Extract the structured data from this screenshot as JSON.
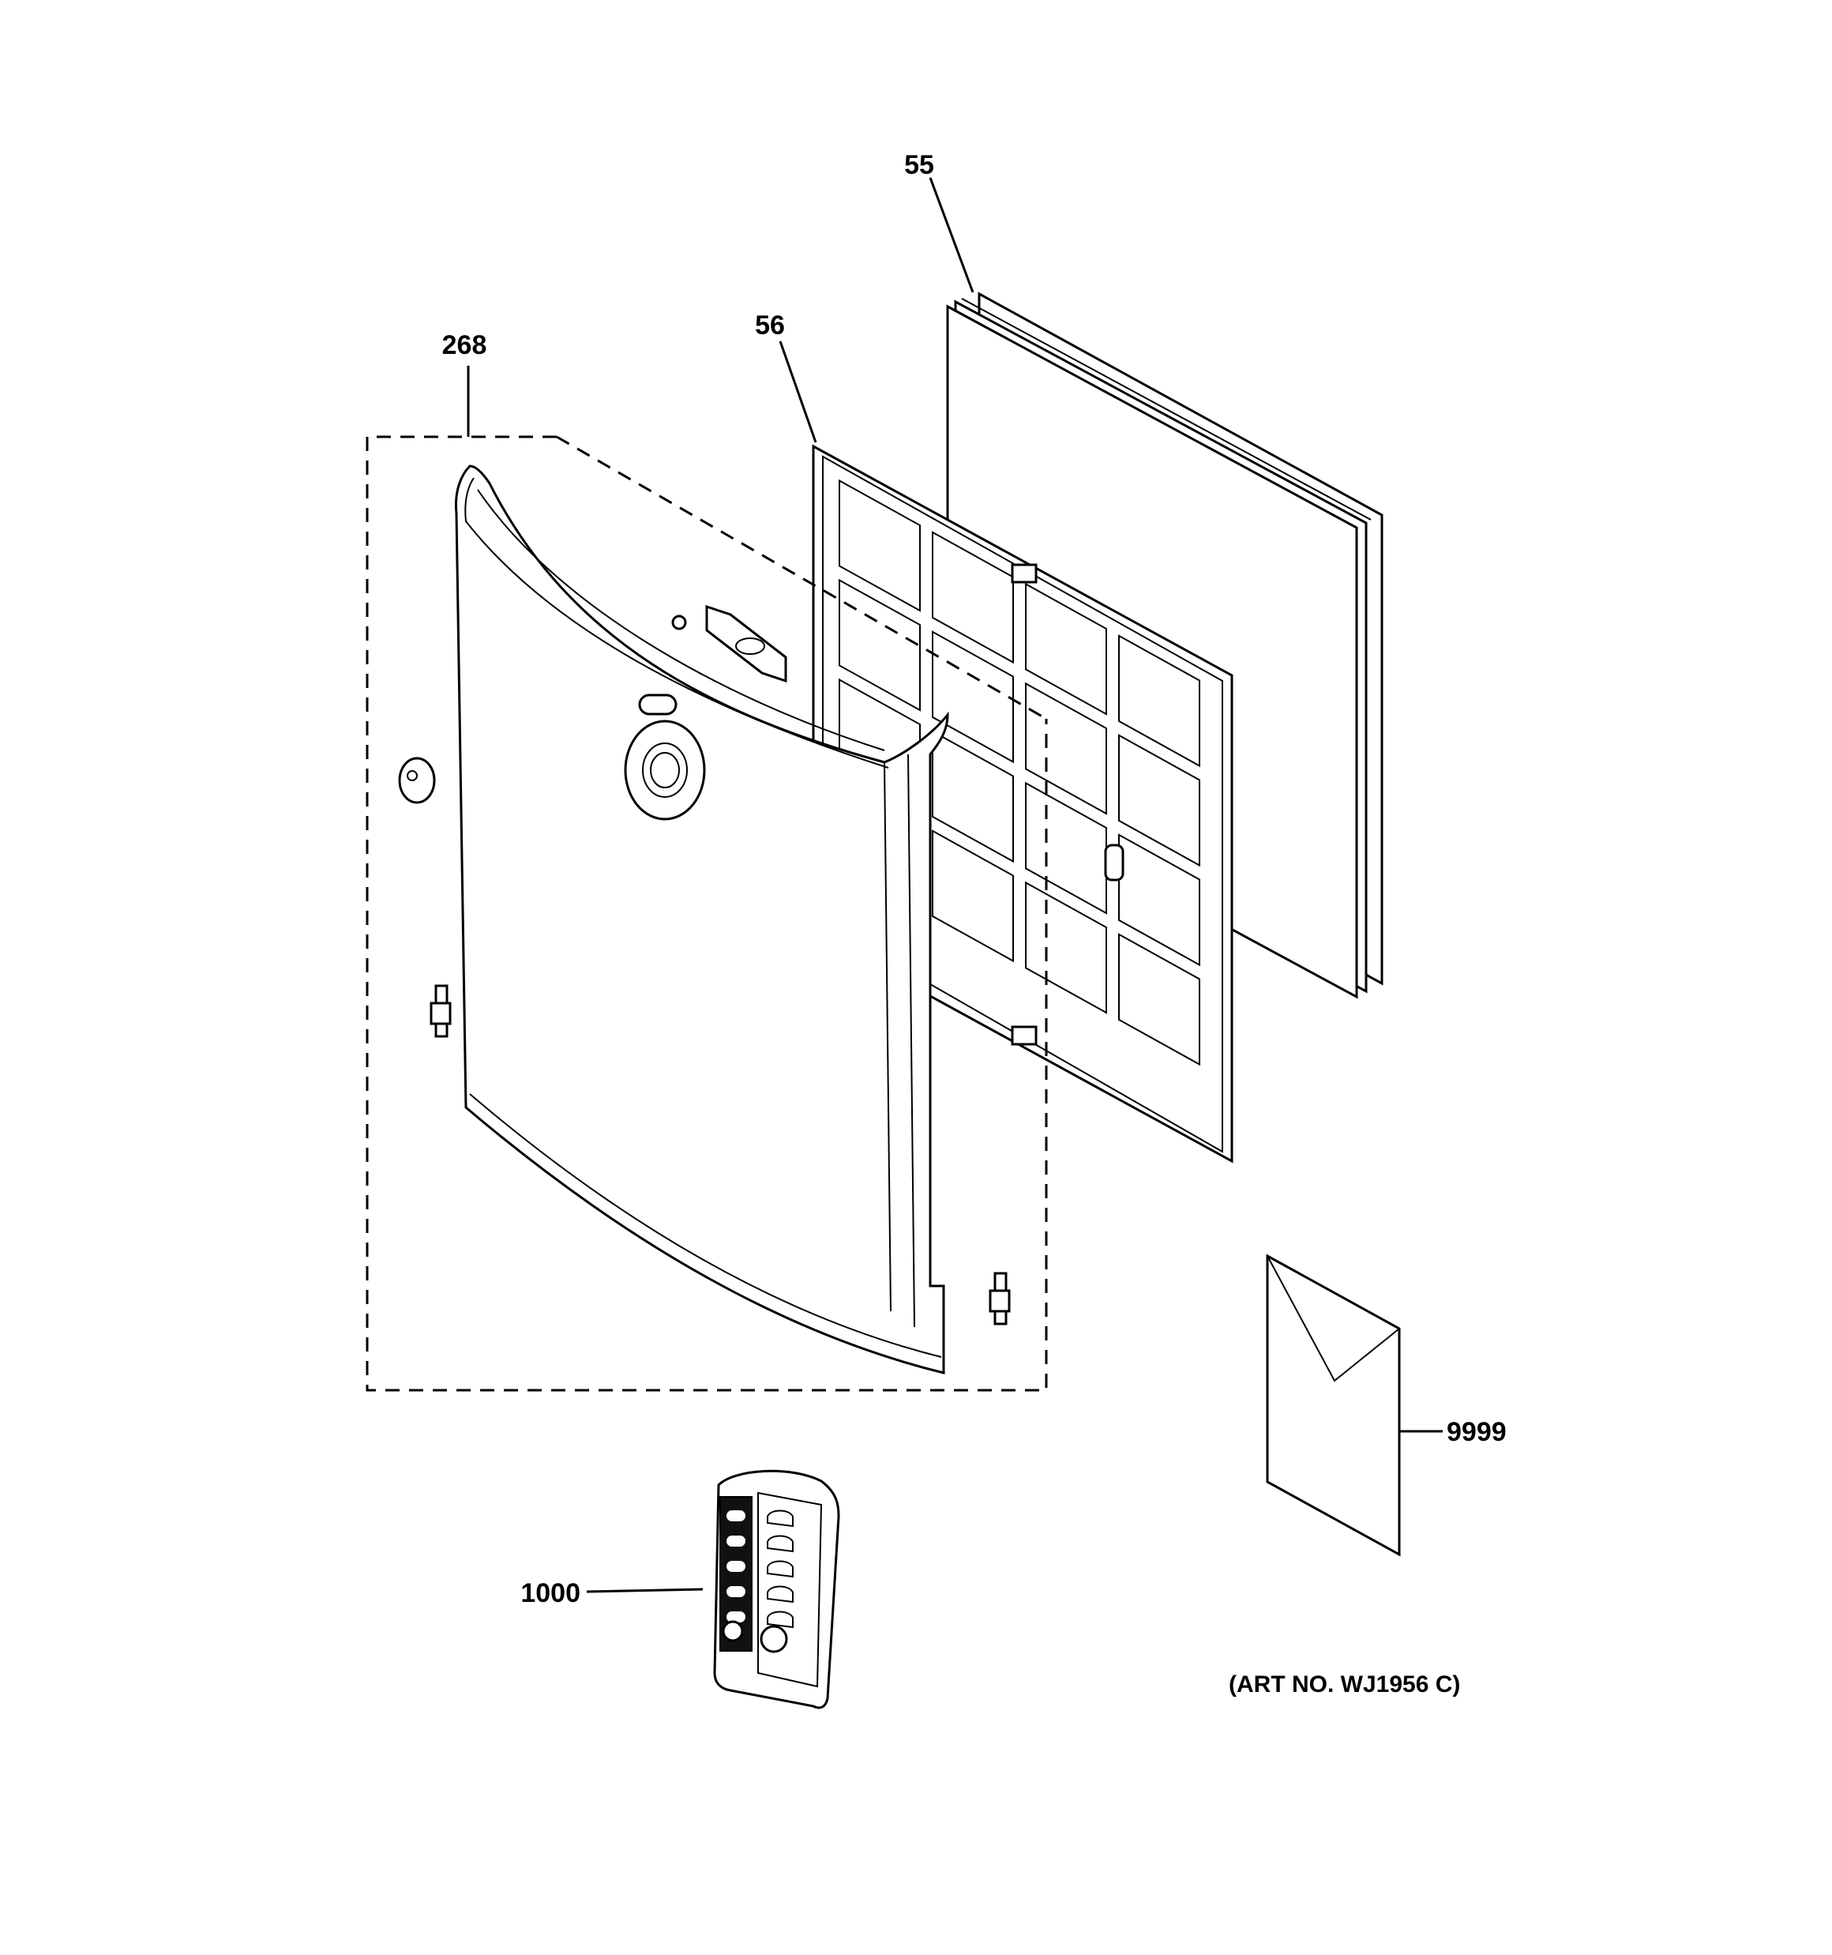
{
  "callouts": {
    "filter_pad": "55",
    "filter_grille": "56",
    "front_panel_assembly": "268",
    "remote_control": "1000",
    "literature_envelope": "9999"
  },
  "art_number": "(ART NO. WJ1956 C)"
}
